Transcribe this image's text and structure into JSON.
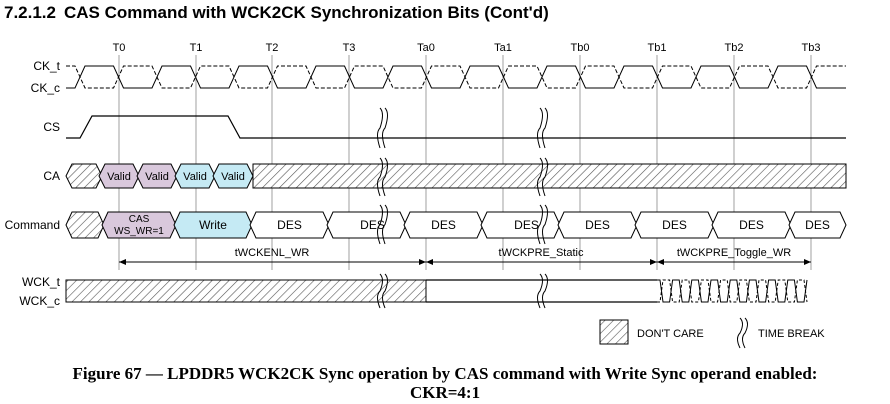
{
  "header": {
    "section_number": "7.2.1.2",
    "title": "CAS Command with WCK2CK Synchronization Bits (Cont'd)"
  },
  "clock_labels": [
    "T0",
    "T1",
    "T2",
    "T3",
    "Ta0",
    "Ta1",
    "Tb0",
    "Tb1",
    "Tb2",
    "Tb3"
  ],
  "signals": {
    "ck_t": "CK_t",
    "ck_c": "CK_c",
    "cs": "CS",
    "ca": "CA",
    "command": "Command",
    "wck_t": "WCK_t",
    "wck_c": "WCK_c"
  },
  "ca_cells": [
    "Valid",
    "Valid",
    "Valid",
    "Valid"
  ],
  "command_cells": {
    "cas_line1": "CAS",
    "cas_line2": "WS_WR=1",
    "write": "Write",
    "des": [
      "DES",
      "DES",
      "DES",
      "DES",
      "DES",
      "DES",
      "DES",
      "DES"
    ]
  },
  "timings": [
    "tWCKENL_WR",
    "tWCKPRE_Static",
    "tWCKPRE_Toggle_WR"
  ],
  "legend": {
    "dont_care": "DON'T CARE",
    "time_break": "TIME BREAK"
  },
  "caption": {
    "line1": "Figure 67 — LPDDR5 WCK2CK Sync operation by CAS command with Write Sync operand enabled:",
    "line2": "CKR=4:1"
  },
  "colors": {
    "cas_fill": "#d9c8dc",
    "valid_purple": "#d9c8dc",
    "valid_cyan": "#c5eaf4",
    "write_fill": "#c5eaf4"
  }
}
